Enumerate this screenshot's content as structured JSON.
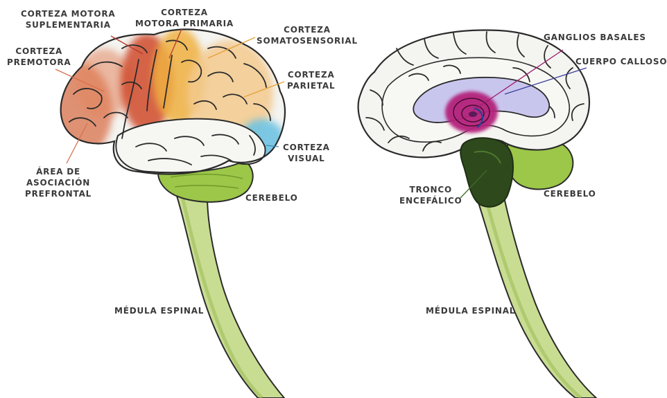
{
  "lateral_view": {
    "labels": {
      "supplementary_motor": [
        "CORTEZA MOTORA",
        "SUPLEMENTARIA"
      ],
      "primary_motor": [
        "CORTEZA",
        "MOTORA PRIMARIA"
      ],
      "somatosensory": [
        "CORTEZA",
        "SOMATOSENSORIAL"
      ],
      "premotor": [
        "CORTEZA",
        "PREMOTORA"
      ],
      "parietal": [
        "CORTEZA",
        "PARIETAL"
      ],
      "visual": [
        "CORTEZA",
        "VISUAL"
      ],
      "prefrontal": [
        "ÁREA DE",
        "ASOCIACIÓN",
        "PREFRONTAL"
      ],
      "cerebellum": "CEREBELO",
      "spinal_cord": "MÉDULA ESPINAL"
    }
  },
  "medial_view": {
    "labels": {
      "basal_ganglia": "GANGLIOS BASALES",
      "corpus_callosum": "CUERPO CALLOSO",
      "brainstem": [
        "TRONCO",
        "ENCEFÁLICO"
      ],
      "cerebellum": "CEREBELO",
      "spinal_cord": "MÉDULA ESPINAL"
    }
  },
  "colors": {
    "prefrontal": "#d9704a",
    "premotor": "#e2855f",
    "primary_motor": "#cf4a2c",
    "somatosensory": "#efb040",
    "parietal": "#f3c98e",
    "visual": "#6ec3e3",
    "cerebellum": "#9cc748",
    "spinal_cord": "#c9dd92",
    "brainstem": "#2e4a1d",
    "basal_ganglia": "#b4237c",
    "corpus_callosum": "#c9c6ee",
    "outline": "#2b2b2b",
    "leader_red": "#b83a2c",
    "leader_orange": "#e6a23a",
    "leader_green": "#3f6b25",
    "leader_blue": "#3a3f9a",
    "leader_magenta": "#9c1c6d"
  }
}
